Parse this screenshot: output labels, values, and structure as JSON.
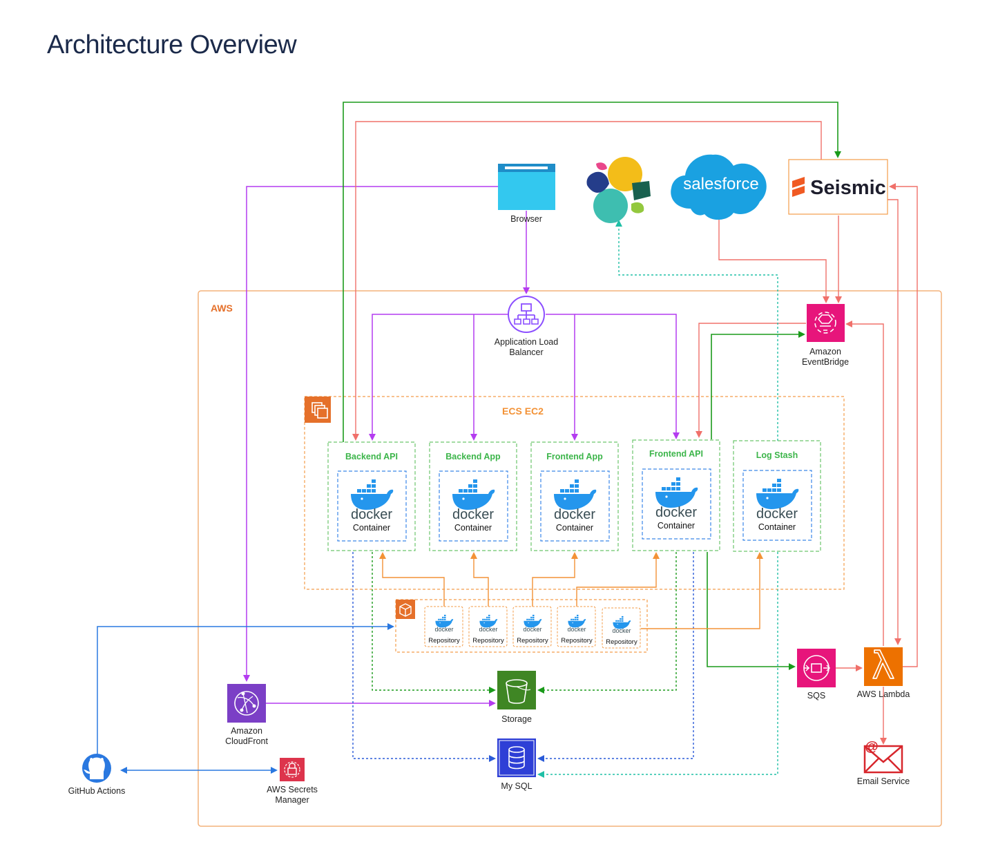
{
  "page": {
    "title": "Architecture Overview"
  },
  "groups": {
    "aws": "AWS",
    "ecs": "ECS EC2"
  },
  "external": {
    "browser": "Browser",
    "salesforce": "salesforce",
    "seismic": "Seismic"
  },
  "nodes": {
    "alb": [
      "Application Load",
      "Balancer"
    ],
    "eventbridge": [
      "Amazon",
      "EventBridge"
    ],
    "cloudfront": [
      "Amazon",
      "CloudFront"
    ],
    "storage": "Storage",
    "mysql": "My SQL",
    "sqs": "SQS",
    "lambda": "AWS Lambda",
    "email": "Email Service",
    "github": "GitHub Actions",
    "secrets": [
      "AWS Secrets",
      "Manager"
    ]
  },
  "services": [
    {
      "title": "Backend API",
      "docker": "docker",
      "label": "Container"
    },
    {
      "title": "Backend App",
      "docker": "docker",
      "label": "Container"
    },
    {
      "title": "Frontend App",
      "docker": "docker",
      "label": "Container"
    },
    {
      "title": "Frontend API",
      "docker": "docker",
      "label": "Container"
    },
    {
      "title": "Log Stash",
      "docker": "docker",
      "label": "Container"
    }
  ],
  "repositories": [
    {
      "docker": "docker",
      "label": "Repository"
    },
    {
      "docker": "docker",
      "label": "Repository"
    },
    {
      "docker": "docker",
      "label": "Repository"
    },
    {
      "docker": "docker",
      "label": "Repository"
    },
    {
      "docker": "docker",
      "label": "Repository"
    }
  ],
  "colors": {
    "purple": "#b43cf0",
    "green": "#1a9a1a",
    "salmon": "#f0706a",
    "orange": "#f39236",
    "blue": "#2a78e0",
    "teal": "#1fbfa6",
    "aws_orange": "#f39c4a",
    "service_green": "#6cc56c",
    "container_blue": "#3a86e8"
  }
}
